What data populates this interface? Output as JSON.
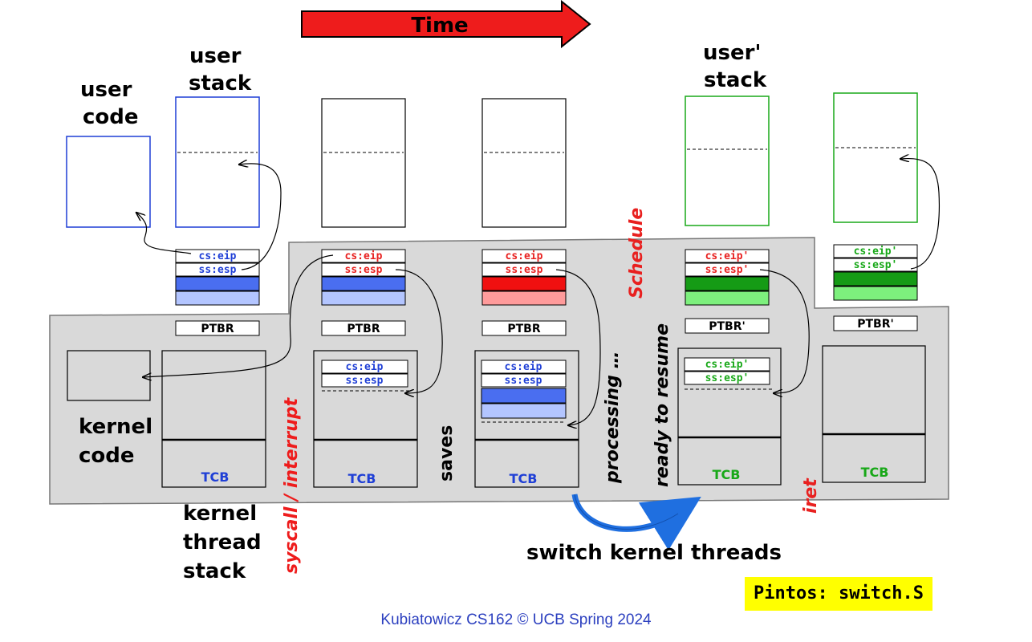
{
  "labels": {
    "time": "Time",
    "user_code": [
      "user",
      "code"
    ],
    "user_stack": [
      "user",
      "stack"
    ],
    "user_stack_prime": [
      "user'",
      "stack"
    ],
    "kernel_code": [
      "kernel",
      "code"
    ],
    "kernel_thread_stack": [
      "kernel",
      "thread",
      "stack"
    ],
    "cs_eip": "cs:eip",
    "ss_esp": "ss:esp",
    "cs_eip_prime": "cs:eip'",
    "ss_esp_prime": "ss:esp'",
    "ptbr": "PTBR",
    "ptbr_prime": "PTBR'",
    "tcb": "TCB",
    "syscall": "syscall / interrupt",
    "saves": "saves",
    "schedule": "Schedule",
    "processing": "processing …",
    "ready": "ready to resume",
    "iret": "iret",
    "switch": "switch kernel threads"
  },
  "pintos": "Pintos: switch.S",
  "footer": "Kubiatowicz CS162 © UCB Spring 2024",
  "colors": {
    "blue": "#1f3fd6",
    "blue_fill": "#4a6ef0",
    "blue_light": "#b3c5ff",
    "red": "#e8201f",
    "red_fill": "#f01010",
    "red_light": "#ff9b9b",
    "green": "#18a818",
    "green_fill": "#159b15",
    "green_light": "#7df07d",
    "gray": "#d9d9d9",
    "highlight": "#ffff00"
  }
}
